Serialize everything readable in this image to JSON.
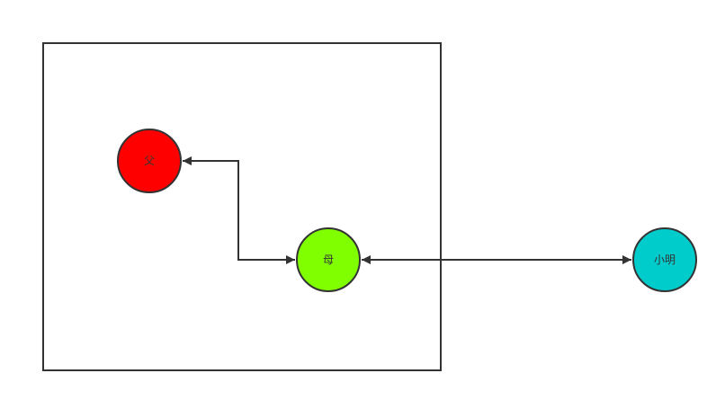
{
  "nodes": {
    "father": {
      "label": "父",
      "color": "#ff0000"
    },
    "mother": {
      "label": "母",
      "color": "#80ff00"
    },
    "child": {
      "label": "小明",
      "color": "#00cccc"
    }
  },
  "colors": {
    "stroke": "#333333",
    "background": "#ffffff"
  }
}
